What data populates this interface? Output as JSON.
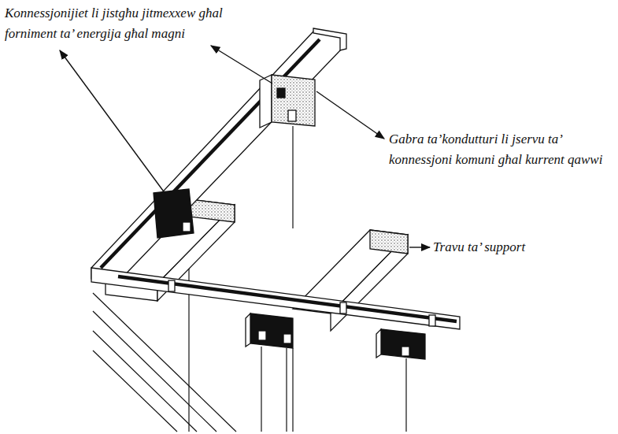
{
  "diagram": {
    "labels": [
      "Konnessjonijiet li jistgħu jitmexxew għal forniment ta’ energija għal magni",
      "Gabra ta’kondutturi li jservu ta’ konnessjoni komuni għal kurrent qawwi",
      "Travu ta’ support"
    ]
  }
}
